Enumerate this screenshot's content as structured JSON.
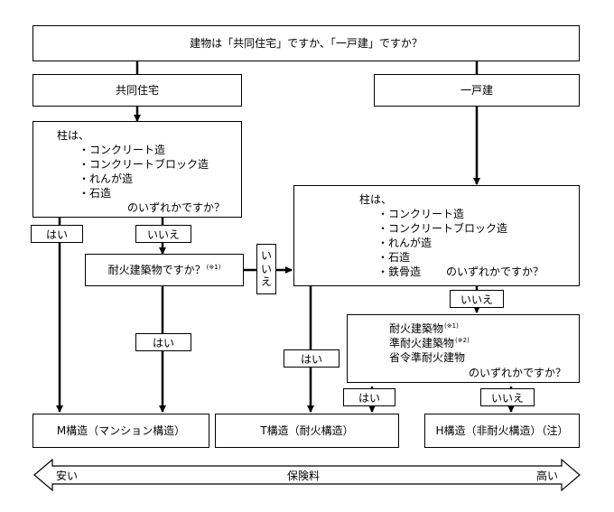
{
  "top_question": "建物は「共同住宅」ですか、「一戸建」ですか？",
  "branch_left": "共同住宅",
  "branch_right": "一戸建",
  "left_pillar": {
    "heading": "柱は、",
    "items": [
      "・コンクリート造",
      "・コンクリートブロック造",
      "・れんが造",
      "・石造"
    ],
    "suffix": "のいずれかですか？"
  },
  "right_pillar": {
    "heading": "柱は、",
    "items": [
      "・コンクリート造",
      "・コンクリートブロック造",
      "・れんが造",
      "・石造",
      "・鉄骨造"
    ],
    "suffix": "のいずれかですか？"
  },
  "fire_question": {
    "text": "耐火建築物ですか？",
    "note": "(※1)"
  },
  "fire_list": {
    "items": [
      {
        "text": "耐火建築物",
        "note": "(※1)"
      },
      {
        "text": "準耐火建築物",
        "note": "(※2)"
      },
      {
        "text": "省令準耐火建物",
        "note": ""
      }
    ],
    "suffix": "のいずれかですか？"
  },
  "labels": {
    "yes": "はい",
    "no": "いいえ",
    "no_vertical": [
      "い",
      "い",
      "え"
    ]
  },
  "results": {
    "m": "M構造（マンション構造）",
    "t": "T構造（耐火構造）",
    "h": "H構造（非耐火構造）（注）"
  },
  "scale": {
    "low": "安い",
    "center": "保険料",
    "high": "高い"
  }
}
